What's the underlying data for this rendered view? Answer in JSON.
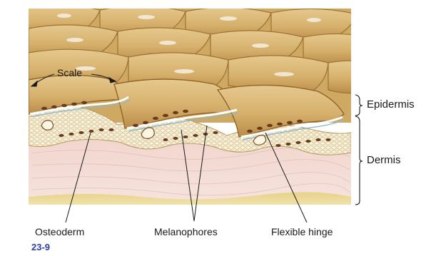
{
  "figure": {
    "labels": {
      "scale": "Scale",
      "epidermis": "Epidermis",
      "dermis": "Dermis",
      "osteoderm": "Osteoderm",
      "melanophores": "Melanophores",
      "flexible_hinge": "Flexible hinge"
    },
    "figure_number": "23-9"
  },
  "colors": {
    "scale_fill": "#d9b777",
    "scale_shadow": "#a77b3a",
    "dermis_fill": "#f3ddd6",
    "osteoderm_fill": "#f2e8c4",
    "melanophore": "#6b3a1c",
    "figure_number": "#2a3fb0"
  }
}
